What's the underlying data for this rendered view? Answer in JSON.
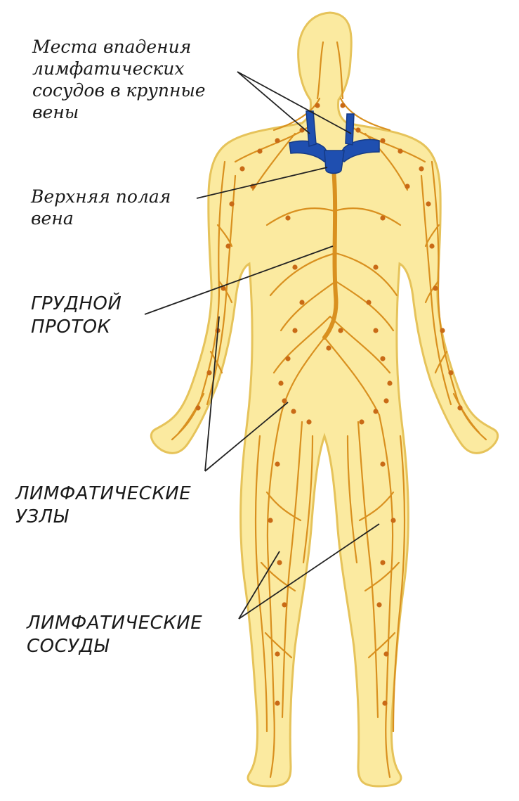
{
  "labels": {
    "vein_entry": [
      "Места впадения",
      "лимфатических",
      "сосудов в крупные",
      "вены"
    ],
    "superior_vena_cava": [
      "Верхняя полая",
      "вена"
    ],
    "thoracic_duct": [
      "ГРУДНОЙ",
      "ПРОТОК"
    ],
    "lymph_nodes": [
      "ЛИМФАТИЧЕСКИЕ",
      "УЗЛЫ"
    ],
    "lymph_vessels": [
      "ЛИМФАТИЧЕСКИЕ",
      "СОСУДЫ"
    ]
  },
  "colors": {
    "body_fill": "#fbeaa0",
    "body_outline": "#e6c35a",
    "lymph_vessel": "#d9901f",
    "lymph_node": "#c96a16",
    "vein": "#1f4fb0",
    "pointer_line": "#222222"
  }
}
